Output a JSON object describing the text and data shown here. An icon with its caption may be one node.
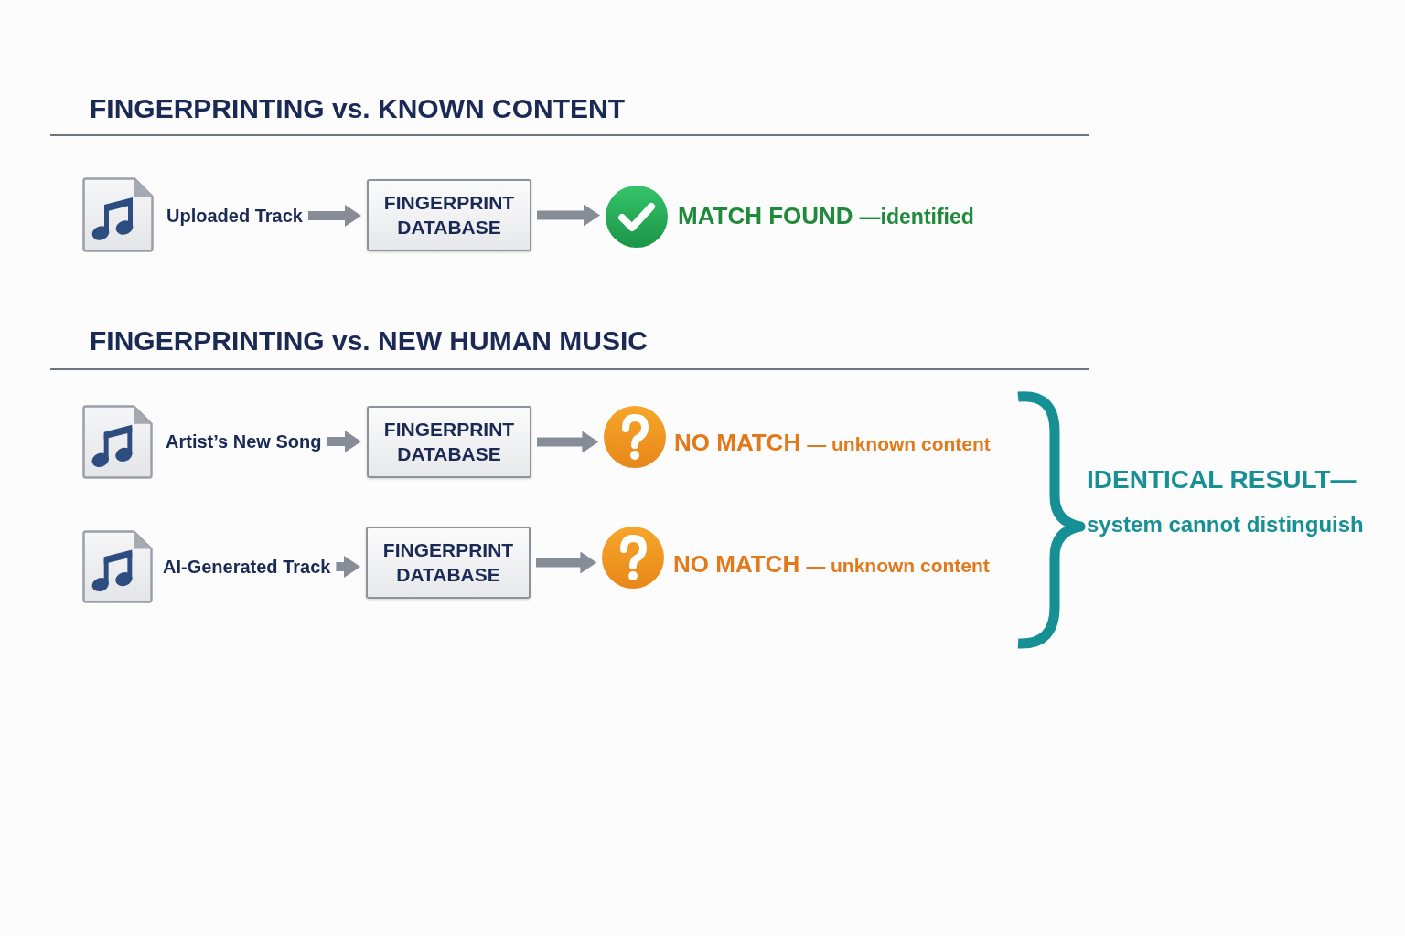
{
  "diagram": {
    "nodes": [
      {
        "text": [
          "Uploaded Track"
        ]
      },
      {
        "text": [
          "FINGERPRINT DATABASE"
        ]
      },
      {
        "text": [],
        "shape": "circle",
        "beside": [
          "MATCH FOUND",
          "—identified"
        ]
      },
      {
        "text": [
          "Artist’s New Song"
        ]
      },
      {
        "text": [
          "FINGERPRINT DATABASE"
        ]
      },
      {
        "text": [],
        "shape": "circle",
        "beside": [
          "NO MATCH",
          "— unknown content"
        ]
      },
      {
        "text": [
          "AI-Generated Track"
        ]
      },
      {
        "text": [
          "FINGERPRINT DATABASE"
        ]
      },
      {
        "text": [],
        "shape": "circle",
        "beside": [
          "NO MATCH",
          "— unknown content"
        ]
      }
    ],
    "edges": [
      {
        "from": 0,
        "to": 1,
        "arrow": "to"
      },
      {
        "from": 1,
        "to": 2,
        "arrow": "to"
      },
      {
        "from": 3,
        "to": 4,
        "arrow": "to"
      },
      {
        "from": 4,
        "to": 5,
        "arrow": "to"
      },
      {
        "from": 6,
        "to": 7,
        "arrow": "to"
      },
      {
        "from": 7,
        "to": 8,
        "arrow": "to"
      }
    ],
    "labels": [
      "FINGERPRINTING vs. KNOWN CONTENT",
      "FINGERPRINTING vs. NEW HUMAN MUSIC",
      "IDENTICAL RESULT—",
      "system cannot distinguish"
    ]
  }
}
